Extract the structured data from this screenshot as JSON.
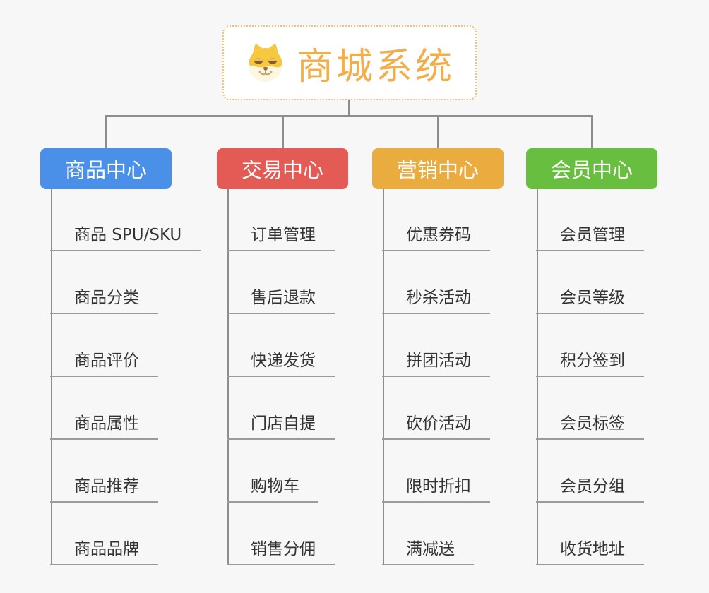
{
  "canvas": {
    "background": "#f7f7f7",
    "connector_color": "#8d8d8d",
    "underline_color": "#9b9b9b"
  },
  "root": {
    "label": "商城系统",
    "icon": "doge-face-icon",
    "text_color": "#f1ae4a",
    "border_color": "#f5c169",
    "background": "#ffffff"
  },
  "branches": [
    {
      "id": "product-center",
      "label": "商品中心",
      "color": "#4a90e8",
      "children": [
        "商品 SPU/SKU",
        "商品分类",
        "商品评价",
        "商品属性",
        "商品推荐",
        "商品品牌"
      ]
    },
    {
      "id": "trade-center",
      "label": "交易中心",
      "color": "#e45a55",
      "children": [
        "订单管理",
        "售后退款",
        "快递发货",
        "门店自提",
        "购物车",
        "销售分佣"
      ]
    },
    {
      "id": "marketing-center",
      "label": "营销中心",
      "color": "#ebac3f",
      "children": [
        "优惠券码",
        "秒杀活动",
        "拼团活动",
        "砍价活动",
        "限时折扣",
        "满减送"
      ]
    },
    {
      "id": "member-center",
      "label": "会员中心",
      "color": "#68be3e",
      "children": [
        "会员管理",
        "会员等级",
        "积分签到",
        "会员标签",
        "会员分组",
        "收货地址"
      ]
    }
  ]
}
